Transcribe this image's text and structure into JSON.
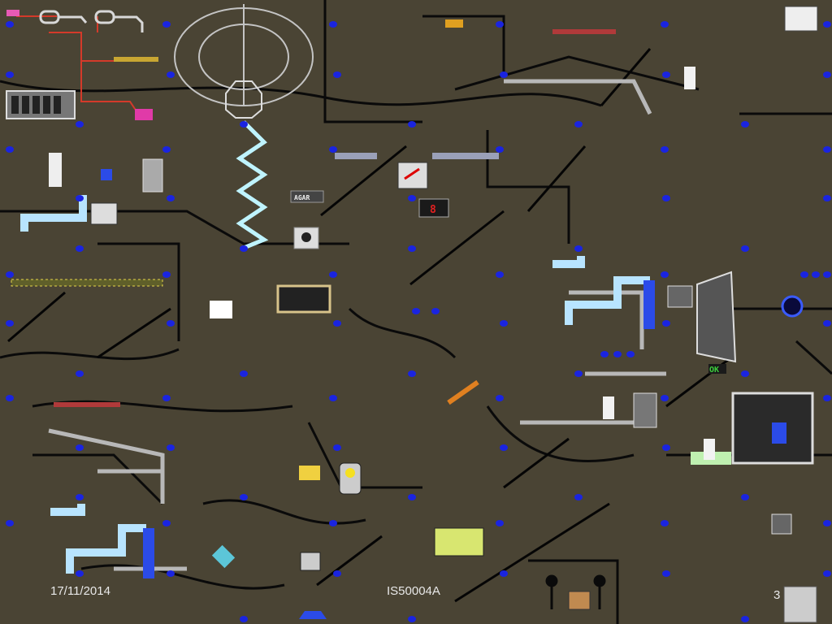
{
  "slide": {
    "date": "17/11/2014",
    "code": "IS50004A",
    "page_number": "3"
  },
  "labels": {
    "agar": "AGAR",
    "ok": "OK",
    "digit": "8"
  },
  "colors": {
    "background": "#4a4434",
    "node": "#1a24e0",
    "pipe": "#c8c8c8",
    "cable": "#0a0a0a",
    "wire": "#d43a2a",
    "coil": "#bff4ff",
    "ok_text": "#3ccf3c"
  }
}
